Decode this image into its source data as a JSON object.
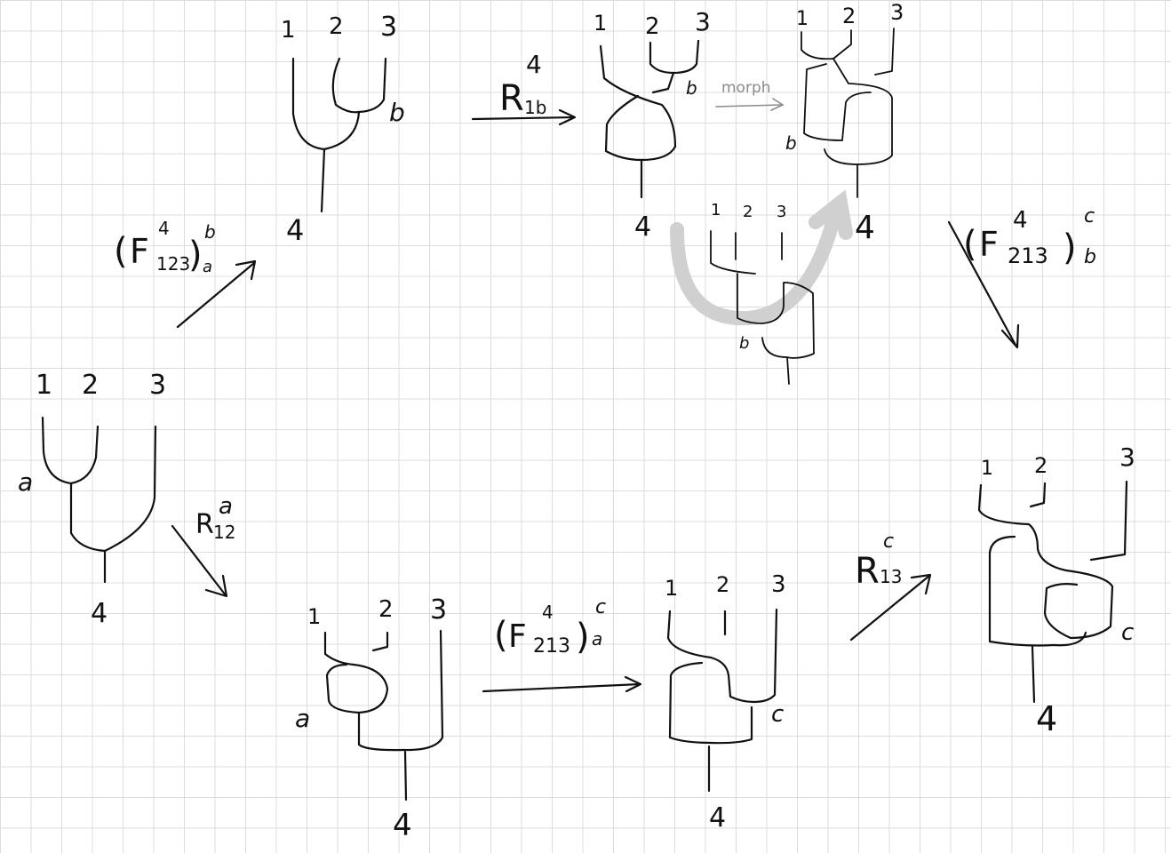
{
  "diagrams": {
    "start": {
      "inputs": [
        "1",
        "2",
        "3"
      ],
      "output": "4",
      "internal": "a"
    },
    "after_F": {
      "inputs": [
        "1",
        "2",
        "3"
      ],
      "output": "4",
      "internal": "b"
    },
    "after_R1b": {
      "inputs": [
        "1",
        "2",
        "3"
      ],
      "output": "4",
      "internal": "b"
    },
    "morph_target": {
      "inputs": [
        "1",
        "2",
        "3"
      ],
      "output": "4",
      "internal": "b"
    },
    "morph_source": {
      "inputs": [
        "1",
        "2",
        "3"
      ],
      "internal": "b"
    },
    "after_R12": {
      "inputs": [
        "1",
        "2",
        "3"
      ],
      "output": "4",
      "internal": "a"
    },
    "after_F213a": {
      "inputs": [
        "1",
        "2",
        "3"
      ],
      "output": "4",
      "internal": "c"
    },
    "final": {
      "inputs": [
        "1",
        "2",
        "3"
      ],
      "output": "4",
      "internal": "c"
    }
  },
  "arrows": {
    "F123": {
      "letter": "F",
      "sup": "4",
      "sub": "123",
      "outer_sup": "b",
      "outer_sub": "a"
    },
    "R1b": {
      "letter": "R",
      "sup": "4",
      "sub": "1b"
    },
    "F213b": {
      "letter": "F",
      "sup": "4",
      "sub": "213",
      "outer_sup": "c",
      "outer_sub": "b"
    },
    "R12": {
      "letter": "R",
      "sup": "a",
      "sub": "12"
    },
    "F213a": {
      "letter": "F",
      "sup": "4",
      "sub": "213",
      "outer_sup": "c",
      "outer_sub": "a"
    },
    "R13": {
      "letter": "R",
      "sup": "c",
      "sub": "13"
    },
    "morph": {
      "label": "morph"
    }
  }
}
